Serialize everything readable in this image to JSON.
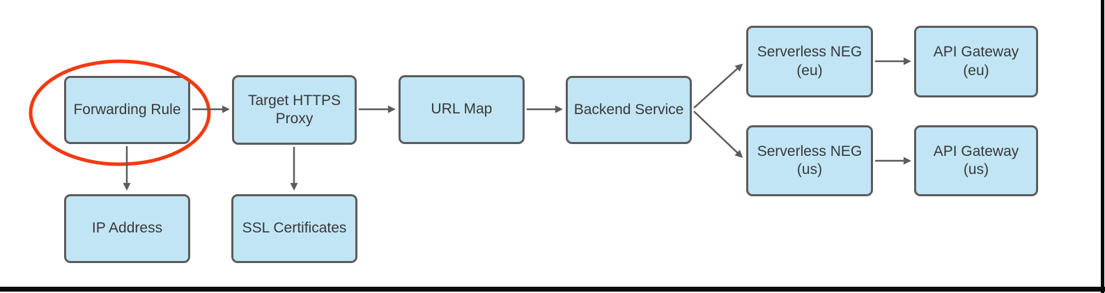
{
  "diagram": {
    "type": "flowchart",
    "nodes": [
      {
        "id": "forwarding-rule",
        "label": "Forwarding Rule",
        "highlighted": true
      },
      {
        "id": "target-https-proxy",
        "label": "Target HTTPS\nProxy",
        "highlighted": false
      },
      {
        "id": "url-map",
        "label": "URL Map",
        "highlighted": false
      },
      {
        "id": "backend-service",
        "label": "Backend Service",
        "highlighted": false
      },
      {
        "id": "serverless-neg-eu",
        "label": "Serverless NEG\n(eu)",
        "highlighted": false
      },
      {
        "id": "api-gateway-eu",
        "label": "API Gateway\n(eu)",
        "highlighted": false
      },
      {
        "id": "serverless-neg-us",
        "label": "Serverless NEG\n(us)",
        "highlighted": false
      },
      {
        "id": "api-gateway-us",
        "label": "API Gateway\n(us)",
        "highlighted": false
      },
      {
        "id": "ip-address",
        "label": "IP Address",
        "highlighted": false
      },
      {
        "id": "ssl-certificates",
        "label": "SSL Certificates",
        "highlighted": false
      }
    ],
    "edges": [
      {
        "from": "forwarding-rule",
        "to": "target-https-proxy"
      },
      {
        "from": "target-https-proxy",
        "to": "url-map"
      },
      {
        "from": "url-map",
        "to": "backend-service"
      },
      {
        "from": "backend-service",
        "to": "serverless-neg-eu"
      },
      {
        "from": "backend-service",
        "to": "serverless-neg-us"
      },
      {
        "from": "serverless-neg-eu",
        "to": "api-gateway-eu"
      },
      {
        "from": "serverless-neg-us",
        "to": "api-gateway-us"
      },
      {
        "from": "forwarding-rule",
        "to": "ip-address"
      },
      {
        "from": "target-https-proxy",
        "to": "ssl-certificates"
      }
    ],
    "annotation": {
      "shape": "ellipse",
      "target": "forwarding-rule",
      "color": "#f13a10"
    },
    "colors": {
      "node_fill": "#c1e5f5",
      "node_border": "#5c5c5c",
      "arrow": "#5c5c5c",
      "text": "#383838",
      "highlight": "#f13a10",
      "rule_line": "#0a0a0a"
    }
  }
}
